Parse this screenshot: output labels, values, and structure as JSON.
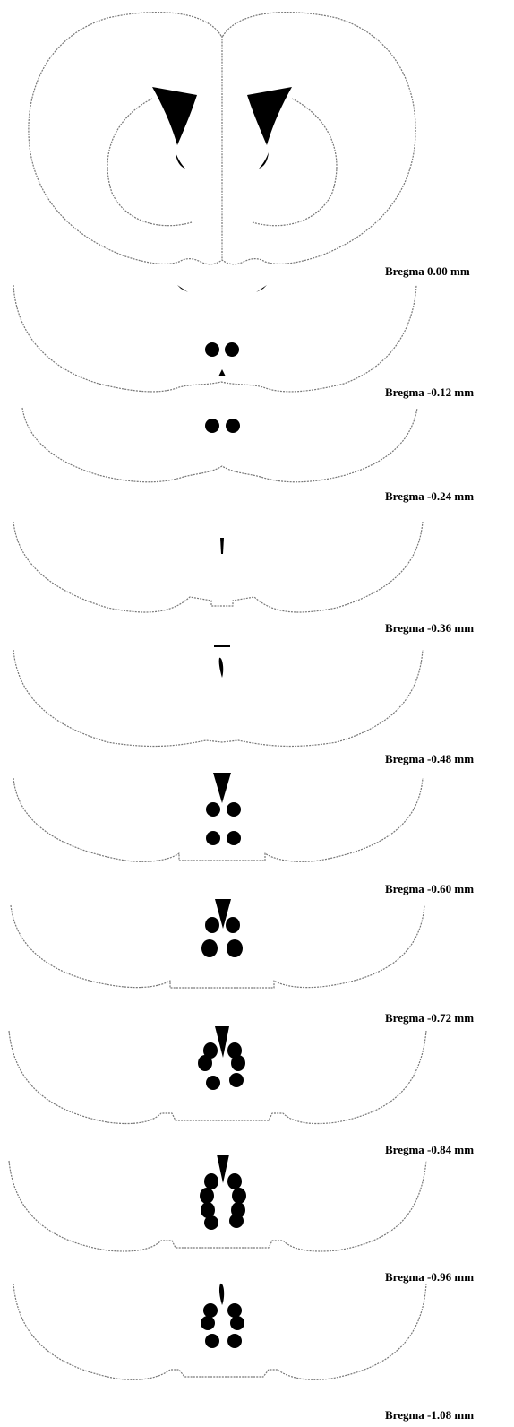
{
  "sections": [
    {
      "label": "Bregma 0.00 mm"
    },
    {
      "label": "Bregma -0.12 mm"
    },
    {
      "label": "Bregma -0.24 mm"
    },
    {
      "label": "Bregma -0.36 mm"
    },
    {
      "label": "Bregma -0.48 mm"
    },
    {
      "label": "Bregma -0.60 mm"
    },
    {
      "label": "Bregma -0.72 mm"
    },
    {
      "label": "Bregma -0.84 mm"
    },
    {
      "label": "Bregma -0.96 mm"
    },
    {
      "label": "Bregma -1.08 mm"
    }
  ],
  "colors": {
    "outline": "#777777",
    "marker": "#000000",
    "label": "#000000"
  }
}
